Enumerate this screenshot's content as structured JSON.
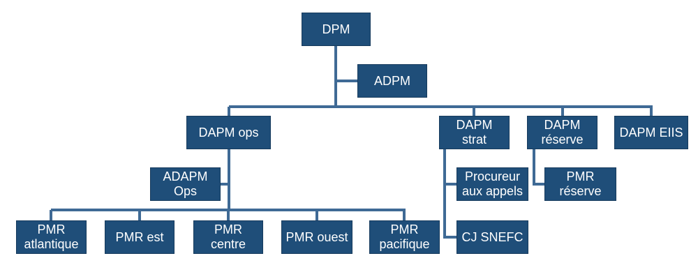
{
  "colors": {
    "box_fill": "#1f4e79",
    "connector": "#3f6a95",
    "text": "#ffffff"
  },
  "nodes": {
    "dpm": "DPM",
    "adpm": "ADPM",
    "dapm_ops": "DAPM ops",
    "adapm_ops": "ADAPM\nOps",
    "dapm_strat": "DAPM\nstrat",
    "dapm_reserve": "DAPM\nréserve",
    "dapm_eiis": "DAPM EIIS",
    "procureur": "Procureur\naux appels",
    "cj_snefc": "CJ SNEFC",
    "pmr_reserve": "PMR\nréserve",
    "pmr_atlantique": "PMR\natlantique",
    "pmr_est": "PMR est",
    "pmr_centre": "PMR\ncentre",
    "pmr_ouest": "PMR ouest",
    "pmr_pacifique": "PMR\npacifique"
  }
}
